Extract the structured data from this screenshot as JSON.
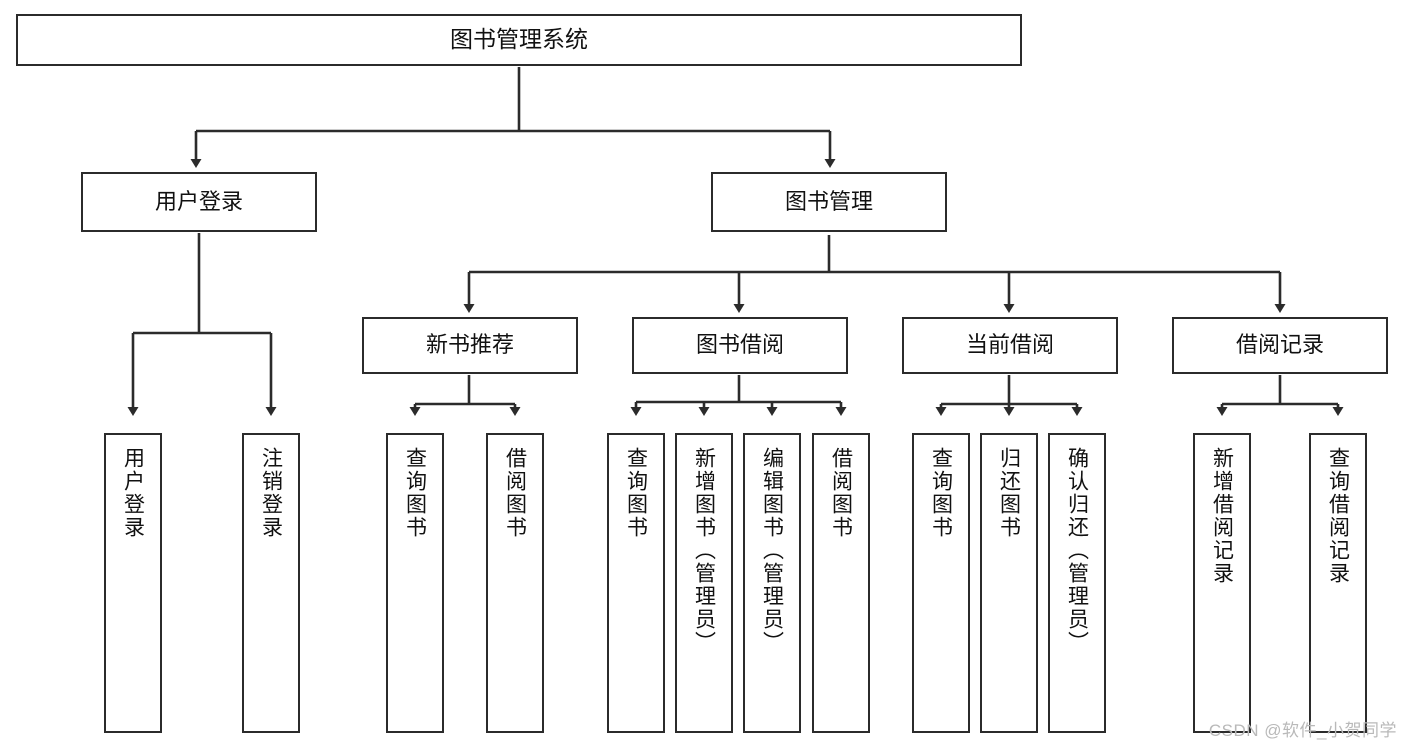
{
  "diagram": {
    "title": "图书管理系统",
    "type": "tree",
    "background": "#ffffff",
    "line_color": "#2b2b2b",
    "box_border_color": "#2b2b2b",
    "text_color": "#111111"
  },
  "nodes": {
    "root": {
      "label": "图书管理系统"
    },
    "level1": [
      {
        "label": "用户登录"
      },
      {
        "label": "图书管理"
      }
    ],
    "level2": [
      {
        "label": "新书推荐"
      },
      {
        "label": "图书借阅"
      },
      {
        "label": "当前借阅"
      },
      {
        "label": "借阅记录"
      }
    ],
    "leaves": [
      {
        "label": "用户登录"
      },
      {
        "label": "注销登录"
      },
      {
        "label": "查询图书"
      },
      {
        "label": "借阅图书"
      },
      {
        "label": "查询图书"
      },
      {
        "label": "新增图书（管理员）"
      },
      {
        "label": "编辑图书（管理员）"
      },
      {
        "label": "借阅图书"
      },
      {
        "label": "查询图书"
      },
      {
        "label": "归还图书"
      },
      {
        "label": "确认归还（管理员）"
      },
      {
        "label": "新增借阅记录"
      },
      {
        "label": "查询借阅记录"
      }
    ]
  },
  "watermark": {
    "text": "CSDN @软件_小贺同学"
  }
}
